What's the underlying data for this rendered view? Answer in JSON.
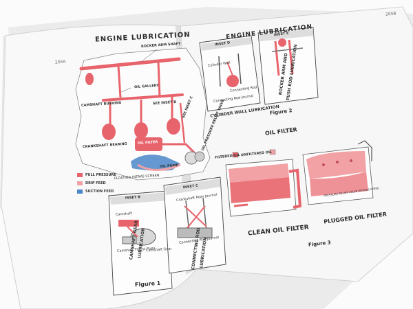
{
  "left_page": {
    "page_number": "205A",
    "title": "ENGINE LUBRICATION",
    "figure_caption": "Figure 1",
    "labels": {
      "rocker_arm_shaft": "ROCKER ARM SHAFT",
      "oil_gallery": "OIL GALLERY",
      "camshaft_bushing": "CAMSHAFT BUSHING",
      "see_inset_b": "SEE INSET B",
      "see_inset_c": "SEE INSET C",
      "oil_pressure_relief_valve": "OIL PRESSURE RELIEF VALVE",
      "crankshaft_bearing": "CRANKSHAFT BEARING",
      "oil_filter": "OIL FILTER",
      "oil_pump": "OIL PUMP",
      "floating_intake_screen": "FLOATING INTAKE SCREEN"
    },
    "legend": [
      {
        "label": "FULL PRESSURE",
        "color": "#e8646c"
      },
      {
        "label": "DRIP FEED",
        "color": "#f2a1a5"
      },
      {
        "label": "SUCTION FEED",
        "color": "#4a86c8"
      }
    ],
    "inset_b": {
      "title": "INSET B",
      "labels": [
        "Camshaft",
        "Camshaft Thrust Plate",
        "Camshaft Gear"
      ],
      "caption_line1": "CAMSHAFT GEAR",
      "caption_line2": "LUBRICATION"
    },
    "inset_c": {
      "title": "INSET C",
      "labels": [
        "Crankshaft Main Journal",
        "Connecting Rod Journal"
      ],
      "caption_line1": "CONNECTING ROD",
      "caption_line2": "LUBRICATION"
    }
  },
  "right_page": {
    "page_number": "205B",
    "title": "ENGINE LUBRICATION",
    "inset_d": {
      "title": "INSET D",
      "labels": [
        "Cylinder Wall",
        "Connecting Rod",
        "Connecting Rod Journal"
      ],
      "caption": "CYLINDER WALL LUBRICATION"
    },
    "inset_e": {
      "title": "INSET E",
      "caption_line1": "ROCKER ARM AND",
      "caption_line2": "PUSH ROD LUBRICATION"
    },
    "figure2_caption": "Figure 2",
    "oil_filter_heading": "OIL FILTER",
    "filter_legend": [
      {
        "label": "FILTERED OIL",
        "color": "#e8646c"
      },
      {
        "label": "UNFILTERED OIL",
        "color": "#f2a1a5"
      }
    ],
    "bypass_valve_label": "PRESSURE RELIEF VALVE (BYPASS OPEN)",
    "clean_filter_caption": "CLEAN OIL FILTER",
    "plugged_filter_caption": "PLUGGED OIL FILTER",
    "figure3_caption": "Figure 3"
  },
  "colors": {
    "oil_red": "#e8646c",
    "oil_pink": "#f2a1a5",
    "suction_blue": "#4a86c8",
    "ink": "#2b2b2b"
  }
}
